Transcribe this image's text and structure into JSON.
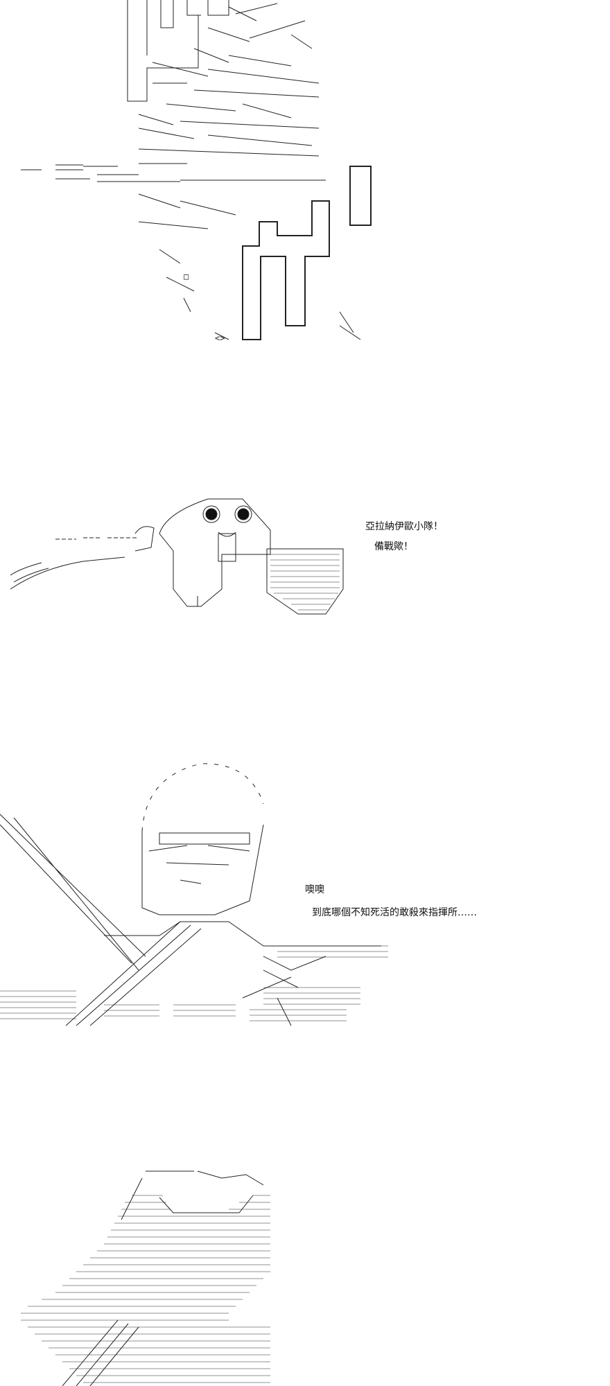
{
  "dialogue": {
    "panel2_line1": "亞拉納伊歐小隊！",
    "panel2_line2": "備戰歟！",
    "panel3_line1": "噢噢",
    "panel3_line2": "到底哪個不知死活的敢殺來指揮所……"
  },
  "colors": {
    "ink": "#222222",
    "background": "#ffffff"
  }
}
